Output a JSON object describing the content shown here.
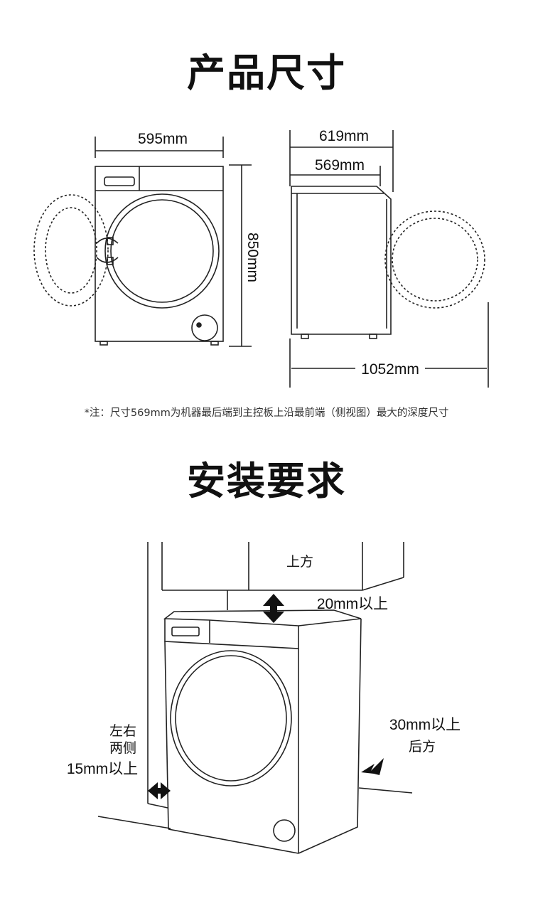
{
  "section1": {
    "title": "产品尺寸",
    "width": "595mm",
    "depth_total": "619mm",
    "depth_body": "569mm",
    "height": "850mm",
    "depth_door_open": "1052mm",
    "note": "*注：尺寸569mm为机器最后端到主控板上沿最前端（侧视图）最大的深度尺寸"
  },
  "section2": {
    "title": "安装要求",
    "top_label": "上方",
    "top_clearance": "20mm以上",
    "back_clearance": "30mm以上",
    "back_label": "后方",
    "side_label_1": "左右",
    "side_label_2": "两侧",
    "side_clearance": "15mm以上"
  }
}
